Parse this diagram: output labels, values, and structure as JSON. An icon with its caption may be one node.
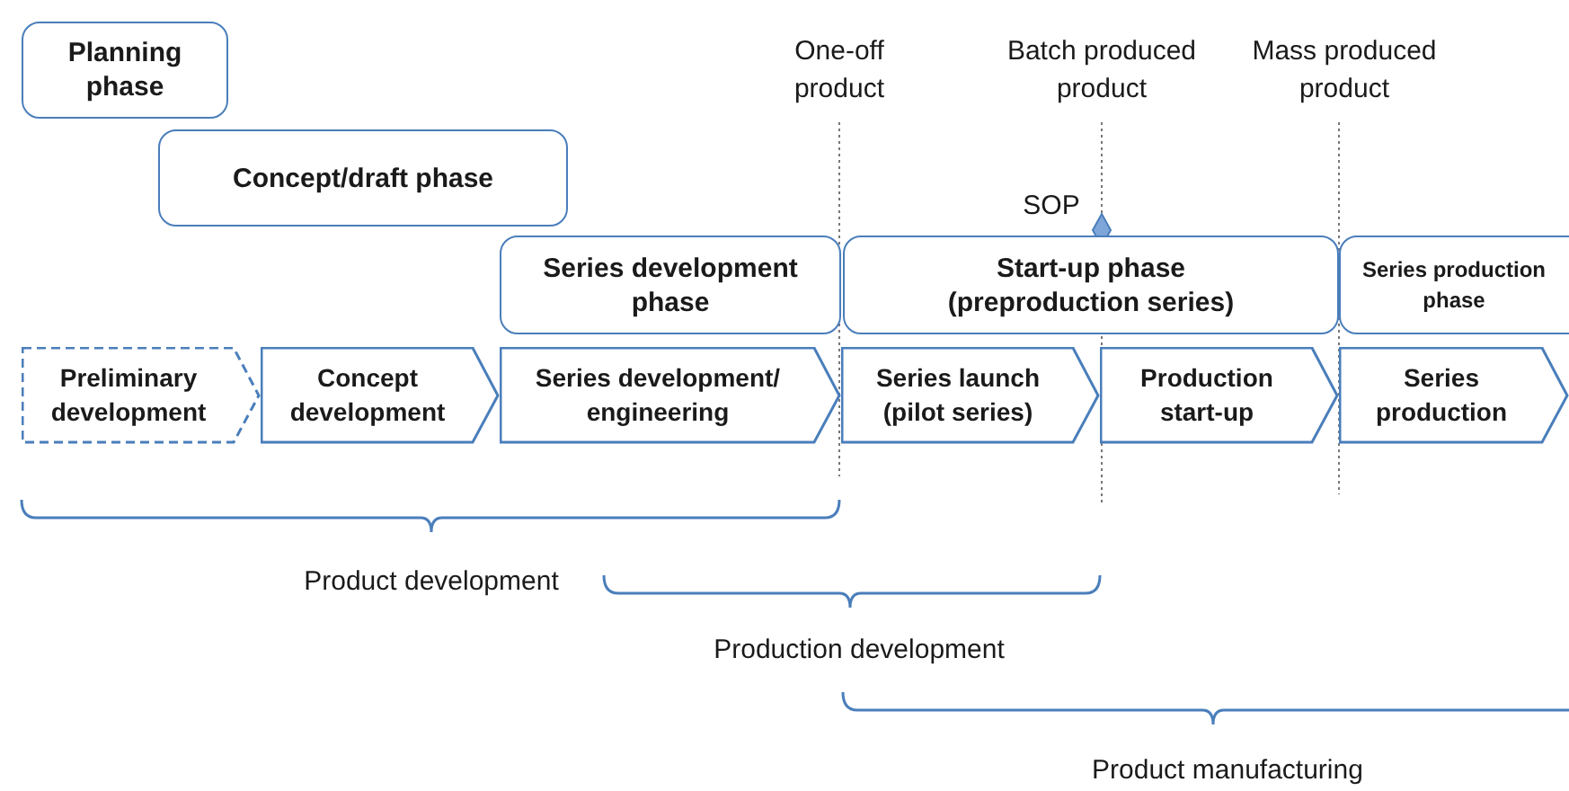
{
  "diagram": {
    "nodes": [
      {
        "text": [
          "Planning phase"
        ]
      },
      {
        "text": [
          "Concept/draft phase"
        ]
      },
      {
        "text": [
          "Series development phase"
        ]
      },
      {
        "text": [
          "Start-up phase (preproduction series)"
        ]
      },
      {
        "text": [
          "Series production phase"
        ]
      },
      {
        "text": [
          "Preliminary development"
        ]
      },
      {
        "text": [
          "Concept development"
        ]
      },
      {
        "text": [
          "Series development/ engineering"
        ]
      },
      {
        "text": [
          "Series launch (pilot series)"
        ]
      },
      {
        "text": [
          "Production start-up"
        ]
      },
      {
        "text": [
          "Series production"
        ]
      }
    ],
    "labels": [
      "One-off product",
      "Batch produced product",
      "Mass produced product",
      "SOP",
      "Product development",
      "Production development",
      "Product manufacturing"
    ]
  }
}
